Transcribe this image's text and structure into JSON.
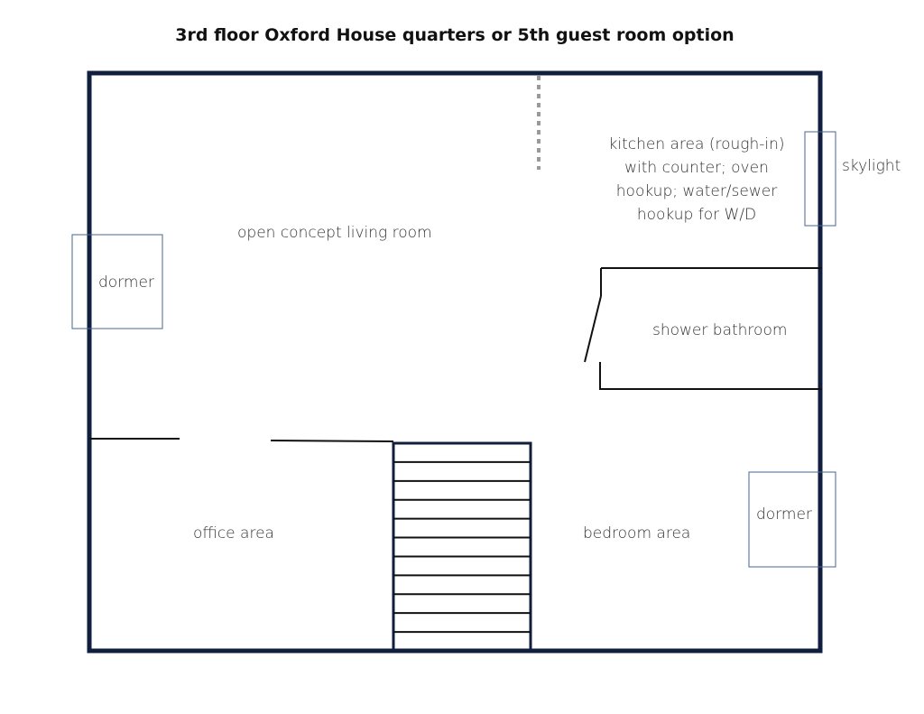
{
  "title": "3rd floor Oxford House quarters or 5th guest room option",
  "colors": {
    "wall": "#0f1f3d",
    "interior_line": "#111111",
    "window_outline": "#4a6490",
    "dotted_partition": "#9a9a9a"
  },
  "rooms": {
    "living": "open concept living room",
    "kitchen": "kitchen area (rough-in)\nwith counter; oven\nhookup; water/sewer\nhookup for W/D",
    "bathroom": "shower bathroom",
    "office": "office area",
    "bedroom": "bedroom area"
  },
  "features": {
    "dormer_left": "dormer",
    "dormer_right": "dormer",
    "skylight": "skylight"
  },
  "stairs": {
    "treads": 11
  }
}
